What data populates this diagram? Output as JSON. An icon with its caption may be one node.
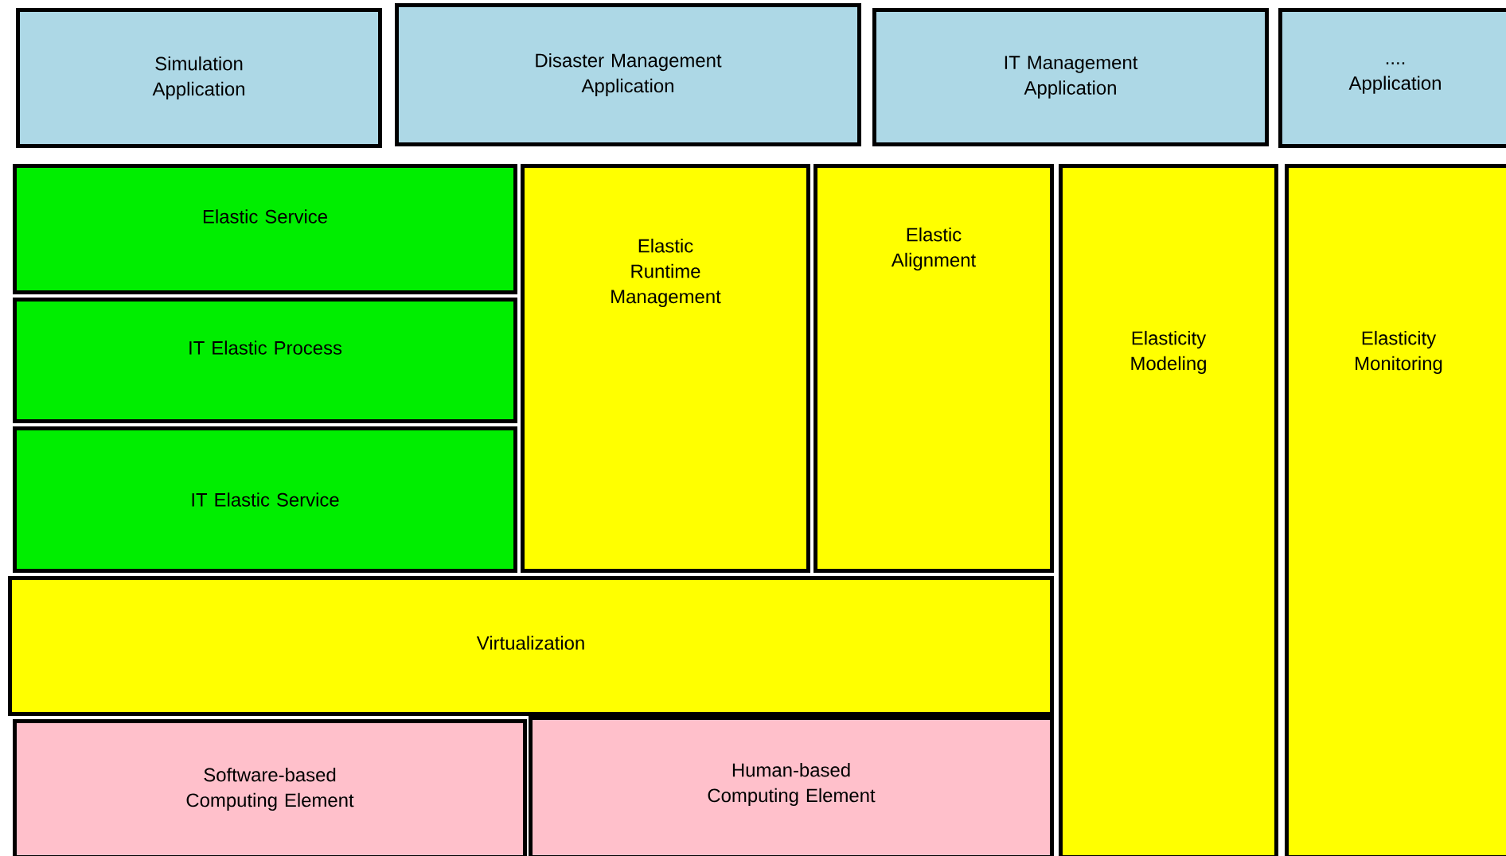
{
  "diagram": {
    "nodes": [
      {
        "text": [
          "Simulation Application"
        ]
      },
      {
        "text": [
          "Disaster Management Application"
        ]
      },
      {
        "text": [
          "IT Management Application"
        ]
      },
      {
        "text": [
          ".... Application"
        ]
      },
      {
        "text": [
          "Elastic Service"
        ]
      },
      {
        "text": [
          "IT Elastic Process"
        ]
      },
      {
        "text": [
          "IT Elastic Service"
        ]
      },
      {
        "text": [
          "Elastic Runtime Management"
        ]
      },
      {
        "text": [
          "Elastic Alignment"
        ]
      },
      {
        "text": [
          "Elasticity Modeling"
        ]
      },
      {
        "text": [
          "Elasticity Monitoring"
        ]
      },
      {
        "text": [
          "Virtualization"
        ]
      },
      {
        "text": [
          "Software-based Computing Element"
        ]
      },
      {
        "text": [
          "Human-based Computing Element"
        ]
      }
    ],
    "edges": []
  }
}
